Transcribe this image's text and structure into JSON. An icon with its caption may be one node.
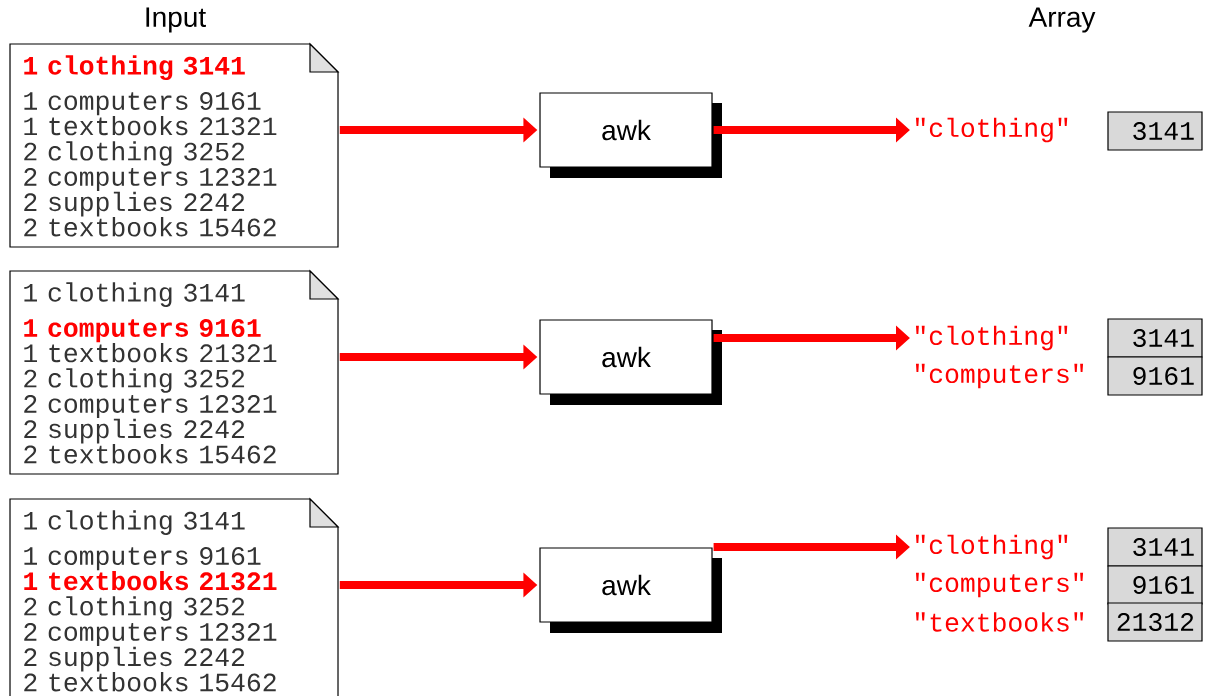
{
  "diagram": {
    "nodes": [
      {
        "text": [
          "1 clothing 3141",
          "1 computers 9161",
          "1 textbooks 21321",
          "2 clothing 3252",
          "2 computers 12321",
          "2 supplies 2242",
          "2 textbooks 15462"
        ]
      },
      {
        "text": [
          "awk"
        ]
      },
      {
        "text": [
          "\"clothing\""
        ]
      },
      {
        "text": [
          "3141"
        ]
      },
      {
        "text": [
          "1 clothing 3141",
          "1 computers 9161",
          "1 textbooks 21321",
          "2 clothing 3252",
          "2 computers 12321",
          "2 supplies 2242",
          "2 textbooks 15462"
        ]
      },
      {
        "text": [
          "awk"
        ]
      },
      {
        "text": [
          "\"clothing\""
        ]
      },
      {
        "text": [
          "3141"
        ]
      },
      {
        "text": [
          "\"computers\""
        ]
      },
      {
        "text": [
          "9161"
        ]
      },
      {
        "text": [
          "1 clothing 3141",
          "1 computers 9161",
          "1 textbooks 21321",
          "2 clothing 3252",
          "2 computers 12321",
          "2 supplies 2242",
          "2 textbooks 15462"
        ]
      },
      {
        "text": [
          "awk"
        ]
      },
      {
        "text": [
          "\"clothing\""
        ]
      },
      {
        "text": [
          "3141"
        ]
      },
      {
        "text": [
          "\"computers\""
        ]
      },
      {
        "text": [
          "9161"
        ]
      },
      {
        "text": [
          "\"textbooks\""
        ]
      },
      {
        "text": [
          "21312"
        ]
      }
    ],
    "edges": [
      {
        "from": 0,
        "to": 1,
        "arrow": "to"
      },
      {
        "from": 1,
        "to": 2,
        "arrow": "to"
      },
      {
        "from": 4,
        "to": 5,
        "arrow": "to"
      },
      {
        "from": 5,
        "to": 6,
        "arrow": "to"
      },
      {
        "from": 10,
        "to": 11,
        "arrow": "to"
      },
      {
        "from": 11,
        "to": 12,
        "arrow": "to"
      }
    ],
    "labels": [
      "Input",
      "Array"
    ]
  }
}
